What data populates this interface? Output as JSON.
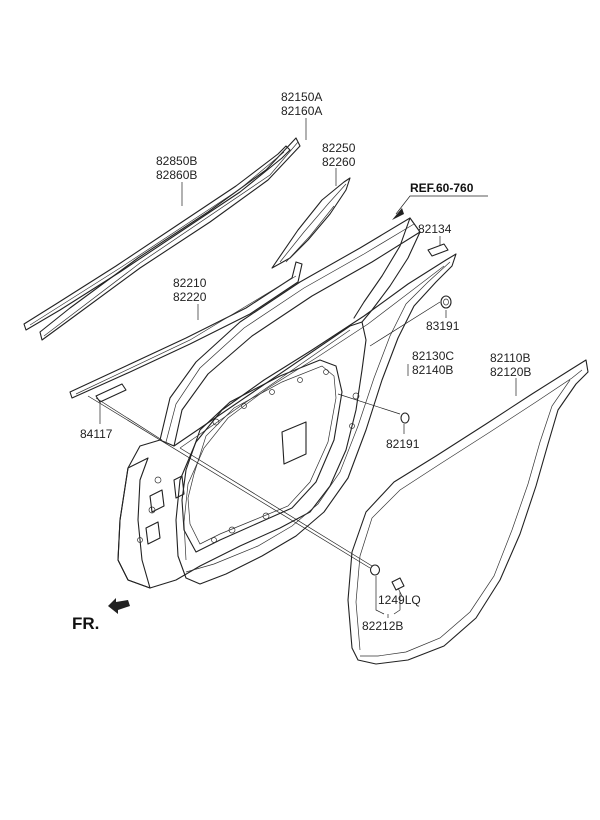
{
  "labels": {
    "l_82150A": "82150A",
    "l_82160A": "82160A",
    "l_82850B": "82850B",
    "l_82860B": "82860B",
    "l_82250": "82250",
    "l_82260": "82260",
    "l_ref": "REF.60-760",
    "l_82134": "82134",
    "l_82210": "82210",
    "l_82220": "82220",
    "l_83191": "83191",
    "l_82130C": "82130C",
    "l_82140B": "82140B",
    "l_82110B": "82110B",
    "l_82120B": "82120B",
    "l_84117": "84117",
    "l_82191": "82191",
    "l_1249LQ": "1249LQ",
    "l_82212B": "82212B",
    "l_fr": "FR."
  }
}
